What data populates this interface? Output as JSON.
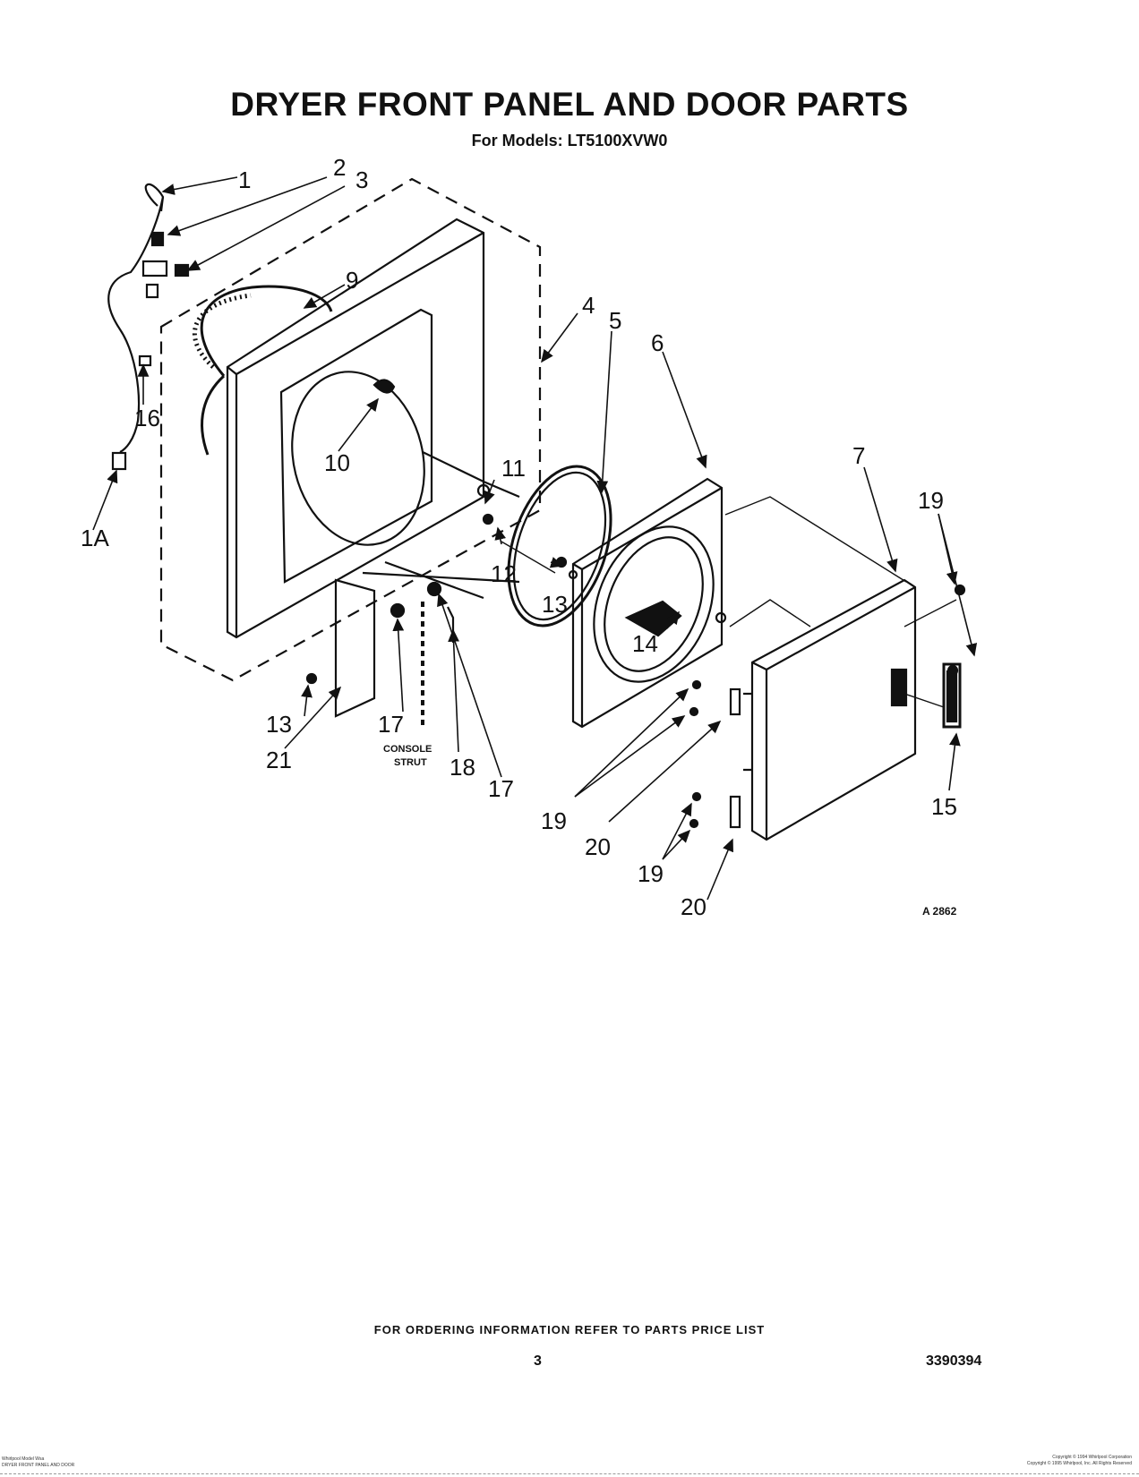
{
  "header": {
    "title": "DRYER FRONT PANEL AND DOOR PARTS",
    "subtitle": "For Models: LT5100XVW0"
  },
  "diagram": {
    "callouts": [
      "1",
      "1A",
      "2",
      "3",
      "4",
      "5",
      "6",
      "7",
      "9",
      "10",
      "11",
      "12",
      "13",
      "14",
      "15",
      "16",
      "17",
      "18",
      "19",
      "20",
      "21"
    ],
    "console_strut_label_1": "CONSOLE",
    "console_strut_label_2": "STRUT",
    "reference_code": "A 2862"
  },
  "footer": {
    "ordering_note": "FOR ORDERING INFORMATION REFER TO PARTS PRICE LIST",
    "page_number": "3",
    "document_number": "3390394",
    "left_small_line_1": "Whirlpool Model Wsa",
    "left_small_line_2": "DRYER FRONT PANEL AND DOOR",
    "right_small_line_1": "Copyright © 1994 Whirlpool Corporation",
    "right_small_line_2": "Copyright © 1995 Whirlpool, Inc. All Rights Reserved"
  }
}
